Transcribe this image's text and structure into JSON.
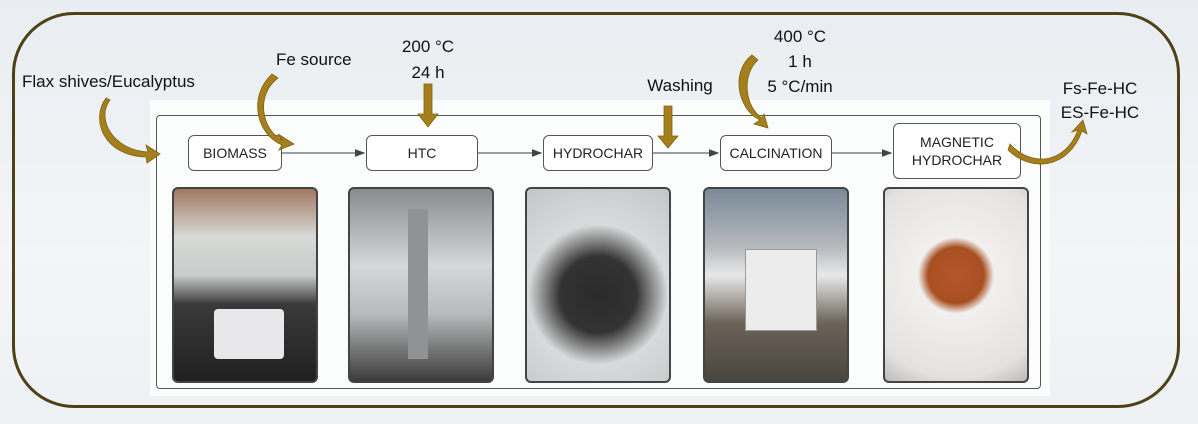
{
  "inputs": {
    "biomass_source": "Flax shives/Eucalyptus",
    "fe_source": "Fe source",
    "htc_conditions": [
      "200 °C",
      "24 h"
    ],
    "washing": "Washing",
    "calcination_conditions": [
      "400 °C",
      "1 h",
      "5 °C/min"
    ],
    "products": [
      "Fs-Fe-HC",
      "ES-Fe-HC"
    ]
  },
  "steps": [
    {
      "label": "BIOMASS"
    },
    {
      "label": "HTC"
    },
    {
      "label": "HYDROCHAR"
    },
    {
      "label": "CALCINATION"
    },
    {
      "label": "MAGNETIC HYDROCHAR"
    }
  ],
  "colors": {
    "arrow": "#a47f1c",
    "frame": "#4d4118"
  }
}
